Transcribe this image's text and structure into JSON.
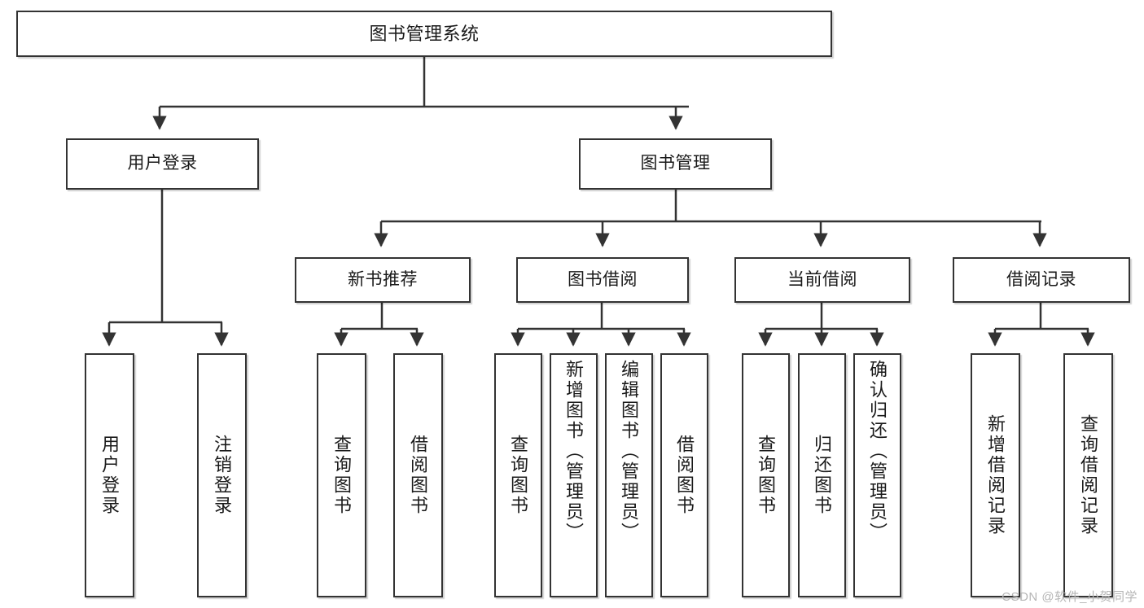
{
  "diagram": {
    "type": "tree",
    "title": "图书管理系统",
    "watermark": "CSDN @软件_小贺同学",
    "colors": {
      "box_border": "#333333",
      "box_fill": "#ffffff",
      "edge": "#333333",
      "text": "#1a1a1a",
      "watermark": "#b6b6b6"
    },
    "nodes": {
      "root": {
        "label": "图书管理系统"
      },
      "level2": [
        {
          "id": "user-login",
          "label": "用户登录"
        },
        {
          "id": "book-manage",
          "label": "图书管理"
        }
      ],
      "level3": [
        {
          "id": "new-book-rec",
          "label": "新书推荐"
        },
        {
          "id": "book-borrow",
          "label": "图书借阅"
        },
        {
          "id": "current-borrow",
          "label": "当前借阅"
        },
        {
          "id": "borrow-record",
          "label": "借阅记录"
        }
      ],
      "leaves": {
        "user-login": [
          {
            "id": "leaf-user-login",
            "label": "用户登录"
          },
          {
            "id": "leaf-user-logout",
            "label": "注销登录"
          }
        ],
        "new-book-rec": [
          {
            "id": "leaf-query-book-1",
            "label": "查询图书"
          },
          {
            "id": "leaf-borrow-book-1",
            "label": "借阅图书"
          }
        ],
        "book-borrow": [
          {
            "id": "leaf-query-book-2",
            "label": "查询图书"
          },
          {
            "id": "leaf-add-book",
            "label": "新增图书（管理员）"
          },
          {
            "id": "leaf-edit-book",
            "label": "编辑图书（管理员）"
          },
          {
            "id": "leaf-borrow-book-2",
            "label": "借阅图书"
          }
        ],
        "current-borrow": [
          {
            "id": "leaf-query-book-3",
            "label": "查询图书"
          },
          {
            "id": "leaf-return-book",
            "label": "归还图书"
          },
          {
            "id": "leaf-confirm-return",
            "label": "确认归还（管理员）"
          }
        ],
        "borrow-record": [
          {
            "id": "leaf-add-record",
            "label": "新增借阅记录"
          },
          {
            "id": "leaf-query-record",
            "label": "查询借阅记录"
          }
        ]
      }
    }
  }
}
